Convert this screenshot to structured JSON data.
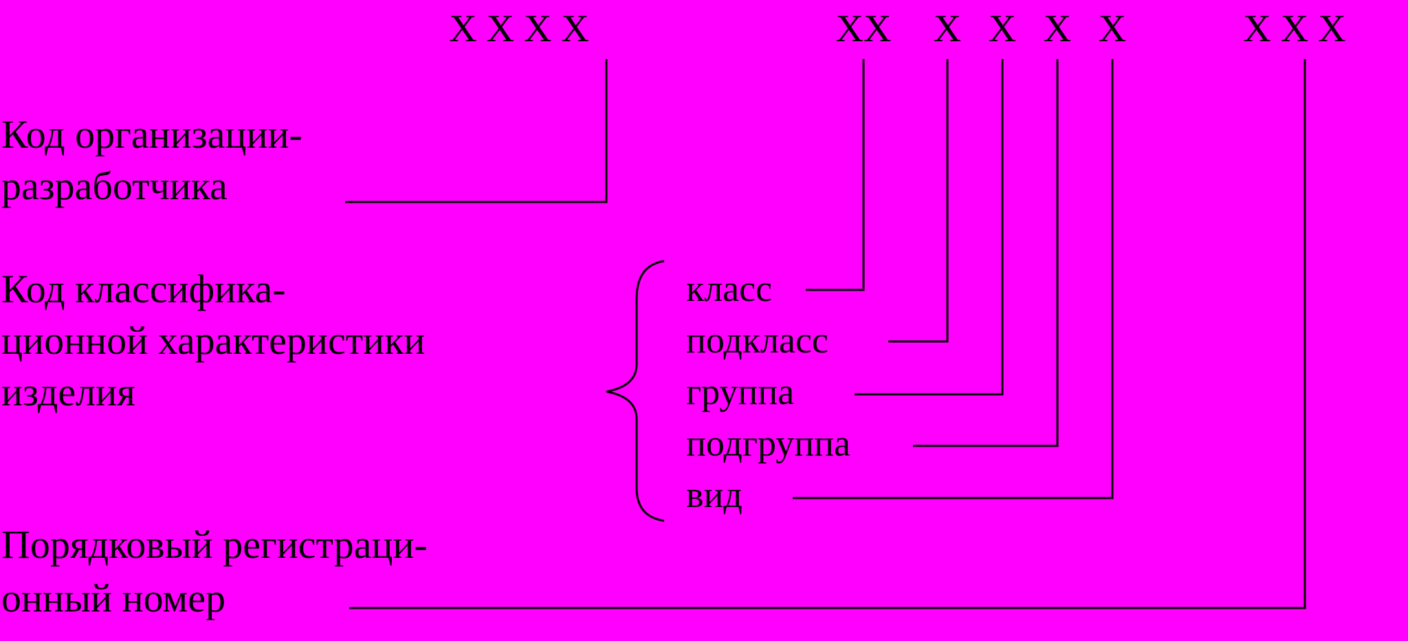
{
  "colors": {
    "background": "#FF00FF",
    "ink": "#000000"
  },
  "code": {
    "organization": "X X X X",
    "class": "XX",
    "subclass": "X",
    "group": "X",
    "subgroup": "X",
    "kind": "X",
    "registration": "X X X"
  },
  "labels": {
    "organization": [
      "Код организации-",
      "разработчика"
    ],
    "classification": [
      "Код классифика-",
      "ционной характеристики",
      "изделия"
    ],
    "registration": [
      "Порядковый регистраци-",
      "онный номер"
    ]
  },
  "sublabels": {
    "class": "класс",
    "subclass": "подкласс",
    "group": "группа",
    "subgroup": "подгруппа",
    "kind": "вид"
  }
}
